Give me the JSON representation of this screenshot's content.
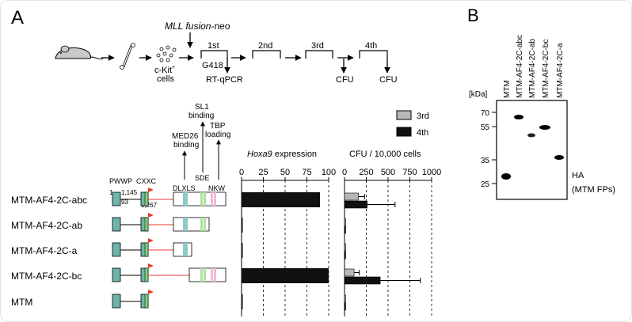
{
  "panel_a": {
    "label": "A",
    "workflow": {
      "fusion_label": "MLL fusion",
      "fusion_suffix": "-neo",
      "cells_label": "c-Kit",
      "cells_sup": "+",
      "cells_label2": "cells",
      "rounds": [
        "1st",
        "2nd",
        "3rd",
        "4th"
      ],
      "g418": "G418",
      "rtqpcr": "RT-qPCR",
      "cfu1": "CFU",
      "cfu2": "CFU"
    },
    "domains": {
      "sl1": "SL1",
      "binding_sl1": "binding",
      "med26": "MED26",
      "binding_med26": "binding",
      "tbp": "TBP",
      "loading": "loading",
      "sde": "SDE",
      "pwwp": "PWWP",
      "cxxc": "CXXC",
      "dlxls": "DLXLS",
      "nkw": "NKW",
      "n1": "1",
      "n1145": "1,145",
      "n93": "93",
      "n1267": "1,267"
    },
    "constructs": [
      "MTM-AF4-2C-abc",
      "MTM-AF4-2C-ab",
      "MTM-AF4-2C-a",
      "MTM-AF4-2C-bc",
      "MTM"
    ],
    "legend": [
      "3rd",
      "4th"
    ]
  },
  "panel_b": {
    "label": "B",
    "kda": "[kDa]",
    "lanes": [
      "MTM",
      "MTM-AF4-2C-abc",
      "MTM-AF4-2C-ab",
      "MTM-AF4-2C-bc",
      "MTM-AF4-2C-a"
    ],
    "markers": [
      "70",
      "55",
      "35",
      "25"
    ],
    "ha": "HA",
    "mtm_fps": "(MTM FPs)"
  },
  "chart_data": [
    {
      "type": "bar",
      "title": "Hoxa9 expression",
      "categories": [
        "MTM-AF4-2C-abc",
        "MTM-AF4-2C-ab",
        "MTM-AF4-2C-a",
        "MTM-AF4-2C-bc",
        "MTM"
      ],
      "series": [
        {
          "name": "4th",
          "values": [
            90,
            1,
            1,
            100,
            1
          ]
        }
      ],
      "xlim": [
        0,
        100
      ],
      "ticks": [
        "0",
        "25",
        "50",
        "75",
        "100"
      ]
    },
    {
      "type": "bar",
      "title": "CFU / 10,000 cells",
      "categories": [
        "MTM-AF4-2C-abc",
        "MTM-AF4-2C-ab",
        "MTM-AF4-2C-a",
        "MTM-AF4-2C-bc",
        "MTM"
      ],
      "series": [
        {
          "name": "3rd",
          "values": [
            160,
            0,
            0,
            110,
            0
          ],
          "errors": [
            70,
            0,
            0,
            60,
            0
          ]
        },
        {
          "name": "4th",
          "values": [
            260,
            0,
            0,
            410,
            0
          ],
          "errors": [
            320,
            0,
            0,
            460,
            0
          ]
        }
      ],
      "xlim": [
        0,
        1000
      ],
      "ticks": [
        "0",
        "250",
        "500",
        "750",
        "1000"
      ]
    }
  ]
}
